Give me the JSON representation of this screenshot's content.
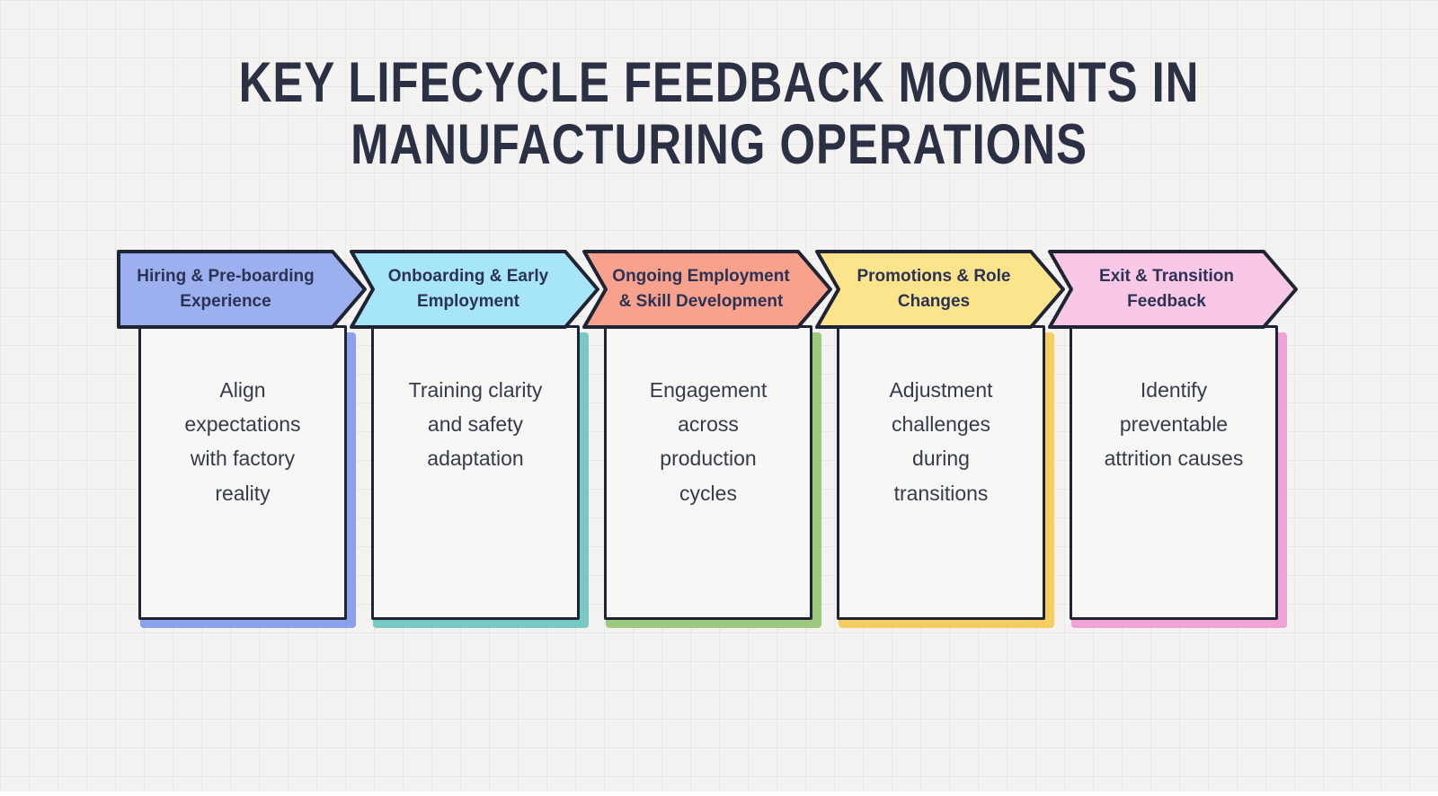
{
  "title": {
    "line1": "KEY LIFECYCLE FEEDBACK MOMENTS IN",
    "line2": "MANUFACTURING OPERATIONS"
  },
  "stages": [
    {
      "label": "Hiring & Pre-boarding Experience",
      "description": "Align expectations with factory reality",
      "color": "#9cafef",
      "shadow": "#8ba1ec"
    },
    {
      "label": "Onboarding & Early Employment",
      "description": "Training clarity and safety adaptation",
      "color": "#a7e5f8",
      "shadow": "#77c9c3"
    },
    {
      "label": "Ongoing Employment & Skill Development",
      "description": "Engagement across production cycles",
      "color": "#f8a28e",
      "shadow": "#9cc97d"
    },
    {
      "label": "Promotions & Role Changes",
      "description": "Adjustment challenges during transitions",
      "color": "#fbe48b",
      "shadow": "#f5cd61"
    },
    {
      "label": "Exit & Transition Feedback",
      "description": "Identify preventable attrition causes",
      "color": "#f9c8e7",
      "shadow": "#f1a3d8"
    }
  ],
  "colors": {
    "outline": "#1e2433",
    "title": "#2b3044",
    "label_text": "#2c3254",
    "body_text": "#363b4c",
    "background": "#f4f3f1",
    "grid_line": "#e9e8e6",
    "card_face": "#f7f7f5"
  }
}
